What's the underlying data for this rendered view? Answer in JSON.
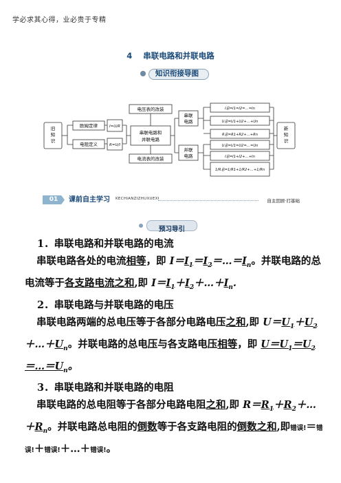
{
  "motto": "学必求其心得，业必贵于专精",
  "title": {
    "number": "4",
    "text": "串联电路和并联电路"
  },
  "knowledge_map_label": "知识衔接导图",
  "map": {
    "old": "旧知识",
    "new": "新知识",
    "ohm": "欧姆定律",
    "ohm_formula": "I=U/R",
    "resist_def": "电阻定义",
    "resist_formula": "R=U/I",
    "center": [
      "串联电路和",
      "并联电路"
    ],
    "voltmeter": "电压表的改装",
    "ammeter": "电流表的改装",
    "series": [
      "串联",
      "电路"
    ],
    "parallel": [
      "并联",
      "电路"
    ],
    "f1": "I总=I1=I2=…=In",
    "f2": "U总=U1+U2+…+Un",
    "f3": "R总=R1+R2+…+Rn",
    "f4": "U总=U1=U2=…=Un",
    "f5": "I总=I1+I2+…+In",
    "f6": "1/R总=1/R1+1/R2+…+1/Rn"
  },
  "section": {
    "badge": "01",
    "title": "课前自主学习",
    "pinyin": "KECHIANZIZHUXUEXI",
    "right": "自主回顾·打基础"
  },
  "preview_label": "预习导引",
  "content": {
    "h1": "1．串联电路和并联电路的电流",
    "p1a": "串联电路各处的电流",
    "p1a_u": "相等",
    "p1b": "，即 ",
    "p1c": "。并联电路的总电流等于",
    "p1c_u": "各支路电流之和",
    "p1d": ",即 ",
    "h2": "2．串联电路与并联电路的电压",
    "p2a": "串联电路两端的总电压等于各部分电路电压",
    "p2a_u": "之和",
    "p2b": ",即 ",
    "p2c": "。并联电路的总电压与各支路电压",
    "p2c_u": "相等",
    "p2d": "，即 ",
    "h3": "3．串联电路和并联电路的电阻",
    "p3a": "串联电路的总电阻等于各部分电路电阻",
    "p3a_u": "之和",
    "p3b": ",即 ",
    "p3c": "。并联电路总电阻的",
    "p3c_u1": "倒数",
    "p3d": "等于各支路电阻的",
    "p3d_u": "倒数之和",
    "p3e": ",即",
    "err": "错误!",
    "eq": "＝",
    "plus": "＋",
    "plusdots": "＋…＋",
    "end": "。"
  }
}
